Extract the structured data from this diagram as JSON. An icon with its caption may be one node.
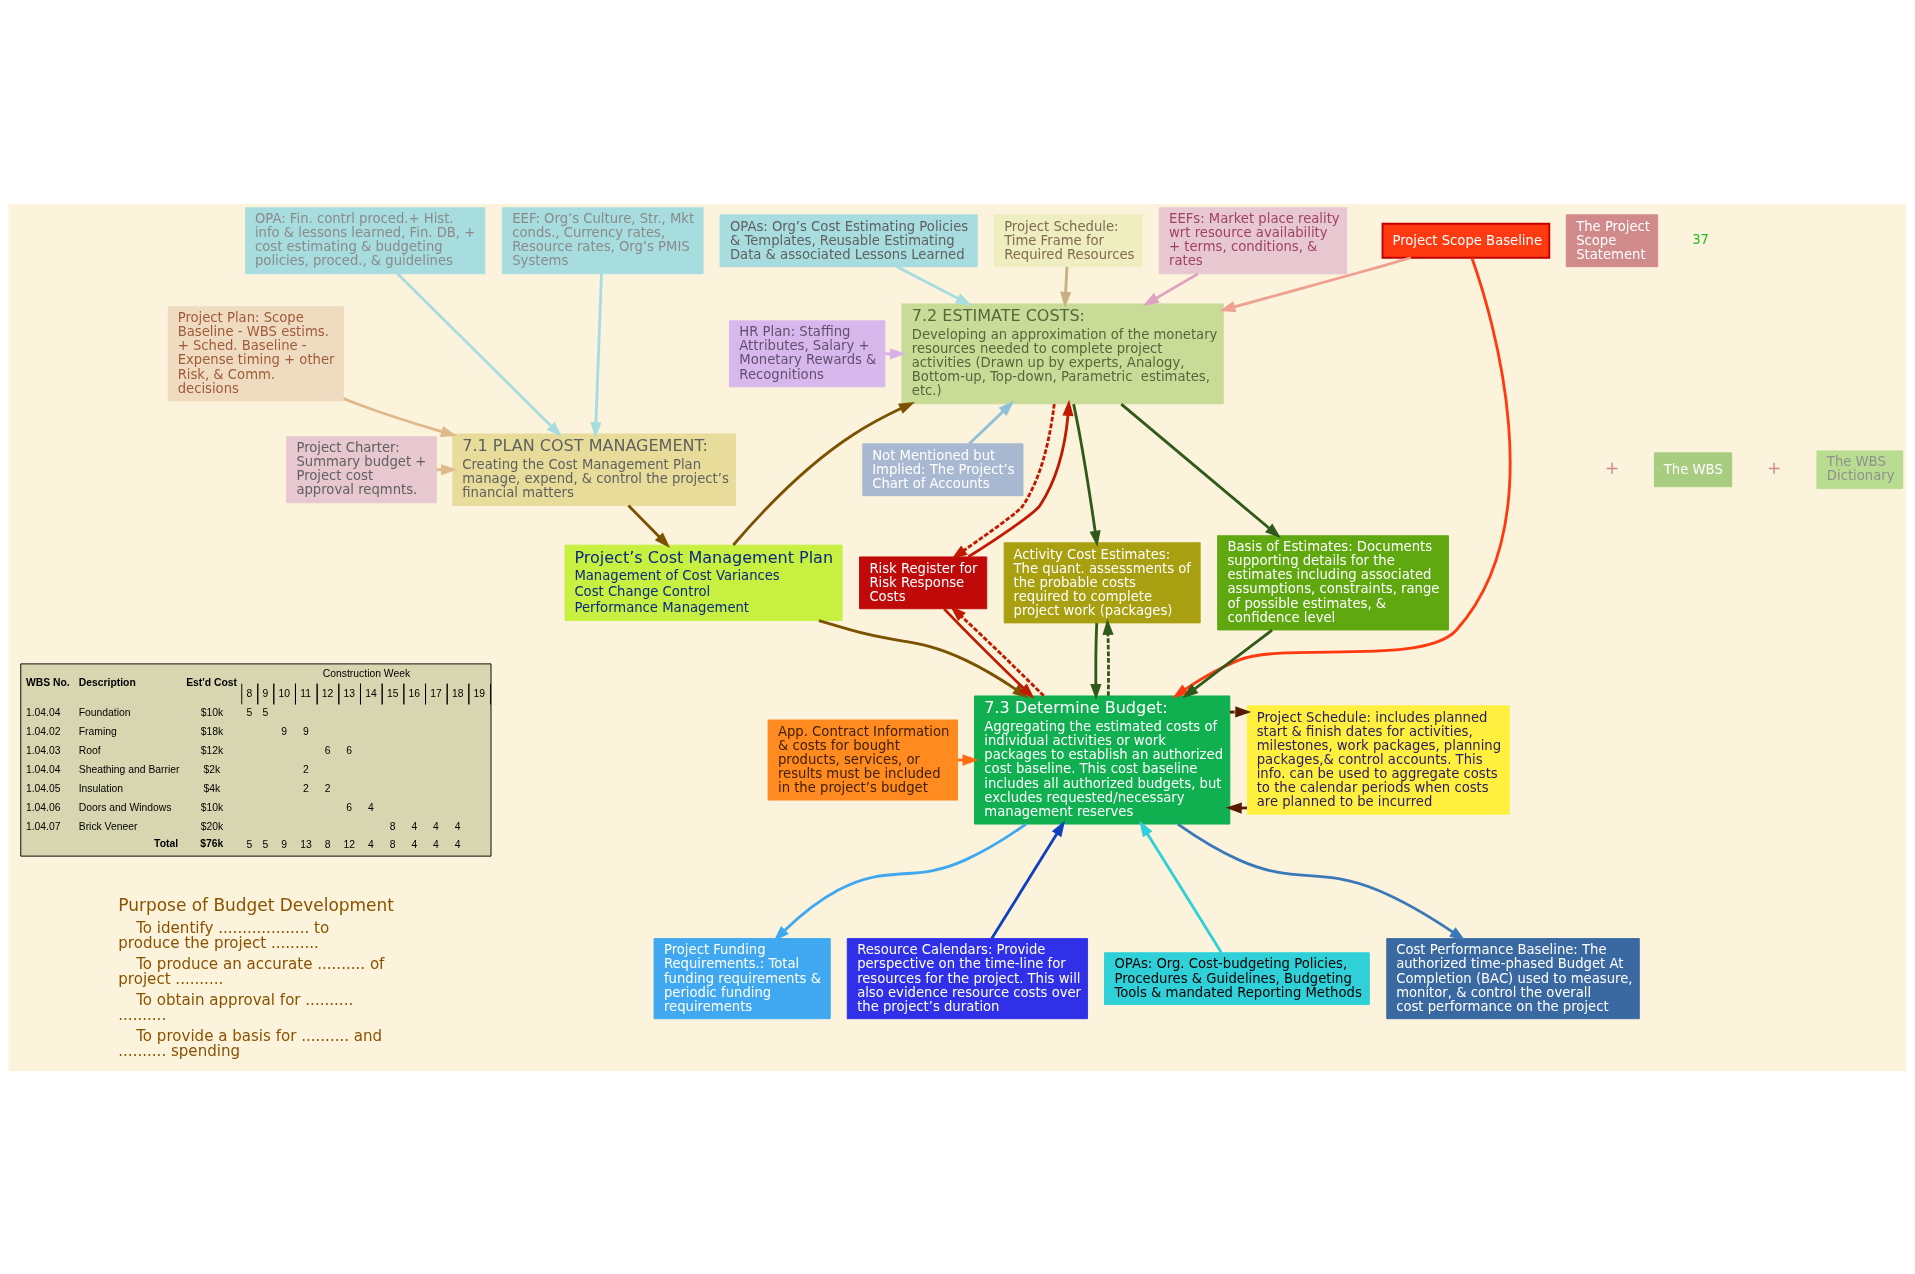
{
  "diagram": {
    "nodes": [
      {
        "text": [
          "EEF: Org’s Culture, Str., Mkt conds., Currency rates, Resource rates, Org’s PMIS  Systems"
        ]
      },
      {
        "text": [
          "OPA: Fin. contrl proced.+ Hist. info & lessons learned, Fin. DB, + cost estimating & budgeting policies, proced., & guidelines"
        ]
      },
      {
        "text": [
          "The Project Scope Statement"
        ]
      },
      {
        "text": [
          "The WBS"
        ]
      },
      {
        "text": [
          "The WBS Dictionary"
        ]
      },
      {
        "text": [
          "Project Scope Baseline"
        ]
      },
      {
        "text": [
          "Project Schedule: Time Frame for Required Resources"
        ]
      },
      {
        "text": [
          "EEFs: Market place reality wrt resource availability + terms, conditions, & rates"
        ]
      },
      {
        "text": [
          "OPAs: Org’s Cost Estimating Policies & Templates, Reusable Estimating Data & associated Lessons Learned"
        ]
      },
      {
        "text": [
          "Project Charter: Summary budget + Project cost approval reqmnts."
        ]
      },
      {
        "text": [
          "7.1 PLAN COST MANAGEMENT:",
          "Creating the Cost Management Plan manage, expend, & control the project’s financial matters"
        ]
      },
      {
        "text": [
          "Project Plan: Scope Baseline - WBS estims. + Sched. Baseline - Expense timing + other Risk, & Comm. decisions"
        ]
      },
      {
        "text": [
          "Not Mentioned but Implied: The Project’s Chart of Accounts"
        ]
      },
      {
        "text": [
          "7.2 ESTIMATE COSTS:",
          "Developing an approximation of the monetary resources needed to complete project activities (Drawn up by experts, Analogy, Bottom-up, Top-down, Parametric  estimates, etc.)"
        ]
      },
      {
        "text": [
          "HR Plan: Staffing Attributes, Salary + Monetary Rewards & Recognitions"
        ]
      },
      {
        "text": [
          "Project’s Cost Management Plan",
          "Management of Cost Variances",
          "Cost Change Control",
          "Performance Management"
        ]
      },
      {
        "text": [
          "Risk Register for Risk Response Costs"
        ]
      },
      {
        "text": [
          "Activity Cost Estimates: The quant. assessments of the probable costs required to complete project work (packages)"
        ]
      },
      {
        "text": [
          "Basis of Estimates: Documents supporting details for the estimates including associated assumptions, constraints, range of possible estimates, & confidence level"
        ]
      },
      {
        "text": [
          "App. Contract Information & costs for bought products, services, or results must be included in the project’s budget"
        ]
      },
      {
        "text": [
          "7.3 Determine Budget:",
          "Aggregating the estimated costs of individual activities or work packages to establish an authorized cost baseline. This cost baseline includes all authorized budgets, but excludes requested/necessary management reserves"
        ]
      },
      {
        "text": [
          "Project Schedule: includes planned start & finish dates for activities, milestones, work packages, planning packages,& control accounts. This info. can be used to aggregate costs to the calendar periods when costs are planned to be incurred"
        ]
      },
      {
        "text": [
          "Resource Calendars: Provide perspective on the time-line for resources for the project. This will also evidence resource costs over the project’s duration"
        ]
      },
      {
        "text": [
          "Cost Performance Baseline: The authorized time-phased Budget At Completion (BAC) used to measure, monitor, & control the overall cost performance on the project"
        ]
      },
      {
        "text": [
          "Project Funding Requirements.: Total funding requirements & periodic funding requirements"
        ]
      },
      {
        "text": [
          "OPAs: Org. Cost-budgeting Policies, Procedures & Guidelines, Budgeting Tools & mandated Reporting Methods"
        ]
      }
    ],
    "edges": [
      {
        "from": 0,
        "to": 10,
        "arrow": "to",
        "color": "#a8dde0"
      },
      {
        "from": 1,
        "to": 10,
        "arrow": "to",
        "color": "#a8dde0"
      },
      {
        "from": 9,
        "to": 10,
        "arrow": "to",
        "color": "#e0b98a"
      },
      {
        "from": 11,
        "to": 10,
        "arrow": "to",
        "color": "#e0b98a"
      },
      {
        "from": 10,
        "to": 15,
        "arrow": "to",
        "color": "#7a5200"
      },
      {
        "from": 15,
        "to": 13,
        "arrow": "to",
        "color": "#7a5200"
      },
      {
        "from": 15,
        "to": 20,
        "arrow": "to",
        "color": "#7a5200"
      },
      {
        "from": 5,
        "to": 13,
        "arrow": "to",
        "color": "#f0a090"
      },
      {
        "from": 6,
        "to": 13,
        "arrow": "to",
        "color": "#c8b080"
      },
      {
        "from": 7,
        "to": 13,
        "arrow": "to",
        "color": "#e0a0c0"
      },
      {
        "from": 8,
        "to": 13,
        "arrow": "to",
        "color": "#a8dde0"
      },
      {
        "from": 12,
        "to": 13,
        "arrow": "to",
        "color": "#90c0d8"
      },
      {
        "from": 14,
        "to": 13,
        "arrow": "to",
        "color": "#d8b0e8"
      },
      {
        "from": 13,
        "to": 17,
        "arrow": "to",
        "color": "#2f5a1a"
      },
      {
        "from": 13,
        "to": 18,
        "arrow": "to",
        "color": "#2f5a1a"
      },
      {
        "from": 13,
        "to": 16,
        "arrow": "to",
        "style": "dashed",
        "color": "#c01a00"
      },
      {
        "from": 16,
        "to": 13,
        "arrow": "to",
        "color": "#c01a00"
      },
      {
        "from": 5,
        "to": 20,
        "arrow": "to",
        "color": "#ff3a10"
      },
      {
        "from": 16,
        "to": 20,
        "arrow": "to",
        "color": "#c01a00"
      },
      {
        "from": 20,
        "to": 16,
        "arrow": "to",
        "style": "dashed",
        "color": "#c01a00"
      },
      {
        "from": 17,
        "to": 20,
        "arrow": "to",
        "color": "#2f5a1a"
      },
      {
        "from": 20,
        "to": 17,
        "arrow": "to",
        "style": "dashed",
        "color": "#2f5a1a"
      },
      {
        "from": 18,
        "to": 20,
        "arrow": "to",
        "color": "#2f5a1a"
      },
      {
        "from": 19,
        "to": 20,
        "arrow": "to",
        "color": "#ff6a10"
      },
      {
        "from": 21,
        "to": 20,
        "arrow": "to",
        "color": "#5a1a00"
      },
      {
        "from": 20,
        "to": 21,
        "arrow": "to",
        "style": "dashed",
        "color": "#5a1a00"
      },
      {
        "from": 22,
        "to": 20,
        "arrow": "to",
        "color": "#1040c0"
      },
      {
        "from": 25,
        "to": 20,
        "arrow": "to",
        "color": "#30d0d8"
      },
      {
        "from": 20,
        "to": 23,
        "arrow": "to",
        "color": "#3a78b8"
      },
      {
        "from": 20,
        "to": 24,
        "arrow": "to",
        "color": "#40a8f0"
      }
    ],
    "labels": [
      "+",
      "+",
      "WBS No.",
      "Description",
      "Est'd Cost",
      "Construction Week",
      "8",
      "9",
      "10",
      "11",
      "12",
      "13",
      "14",
      "15",
      "16",
      "17",
      "18",
      "19",
      "1.04.04",
      "Foundation",
      "$10k",
      "5",
      "5",
      "1.04.02",
      "Framing",
      "$18k",
      "9",
      "9",
      "1.04.03",
      "Roof",
      "$12k",
      "6",
      "6",
      "1.04.04",
      "Sheathing and Barrier",
      "$2k",
      "2",
      "1.04.05",
      "Insulation",
      "$4k",
      "2",
      "2",
      "1.04.06",
      "Doors and Windows",
      "$10k",
      "6",
      "4",
      "1.04.07",
      "Brick Veneer",
      "$20k",
      "8",
      "4",
      "4",
      "4",
      "Total",
      "$76k",
      "5",
      "5",
      "9",
      "13",
      "8",
      "12",
      "4",
      "8",
      "4",
      "4",
      "4",
      "Purpose of Budget Development",
      "To identify ................... to produce the project ..........",
      "To produce an accurate .......... of project ..........",
      "To obtain approval for .......... ..........",
      "To provide a basis for .......... and .......... spending",
      "37"
    ]
  }
}
